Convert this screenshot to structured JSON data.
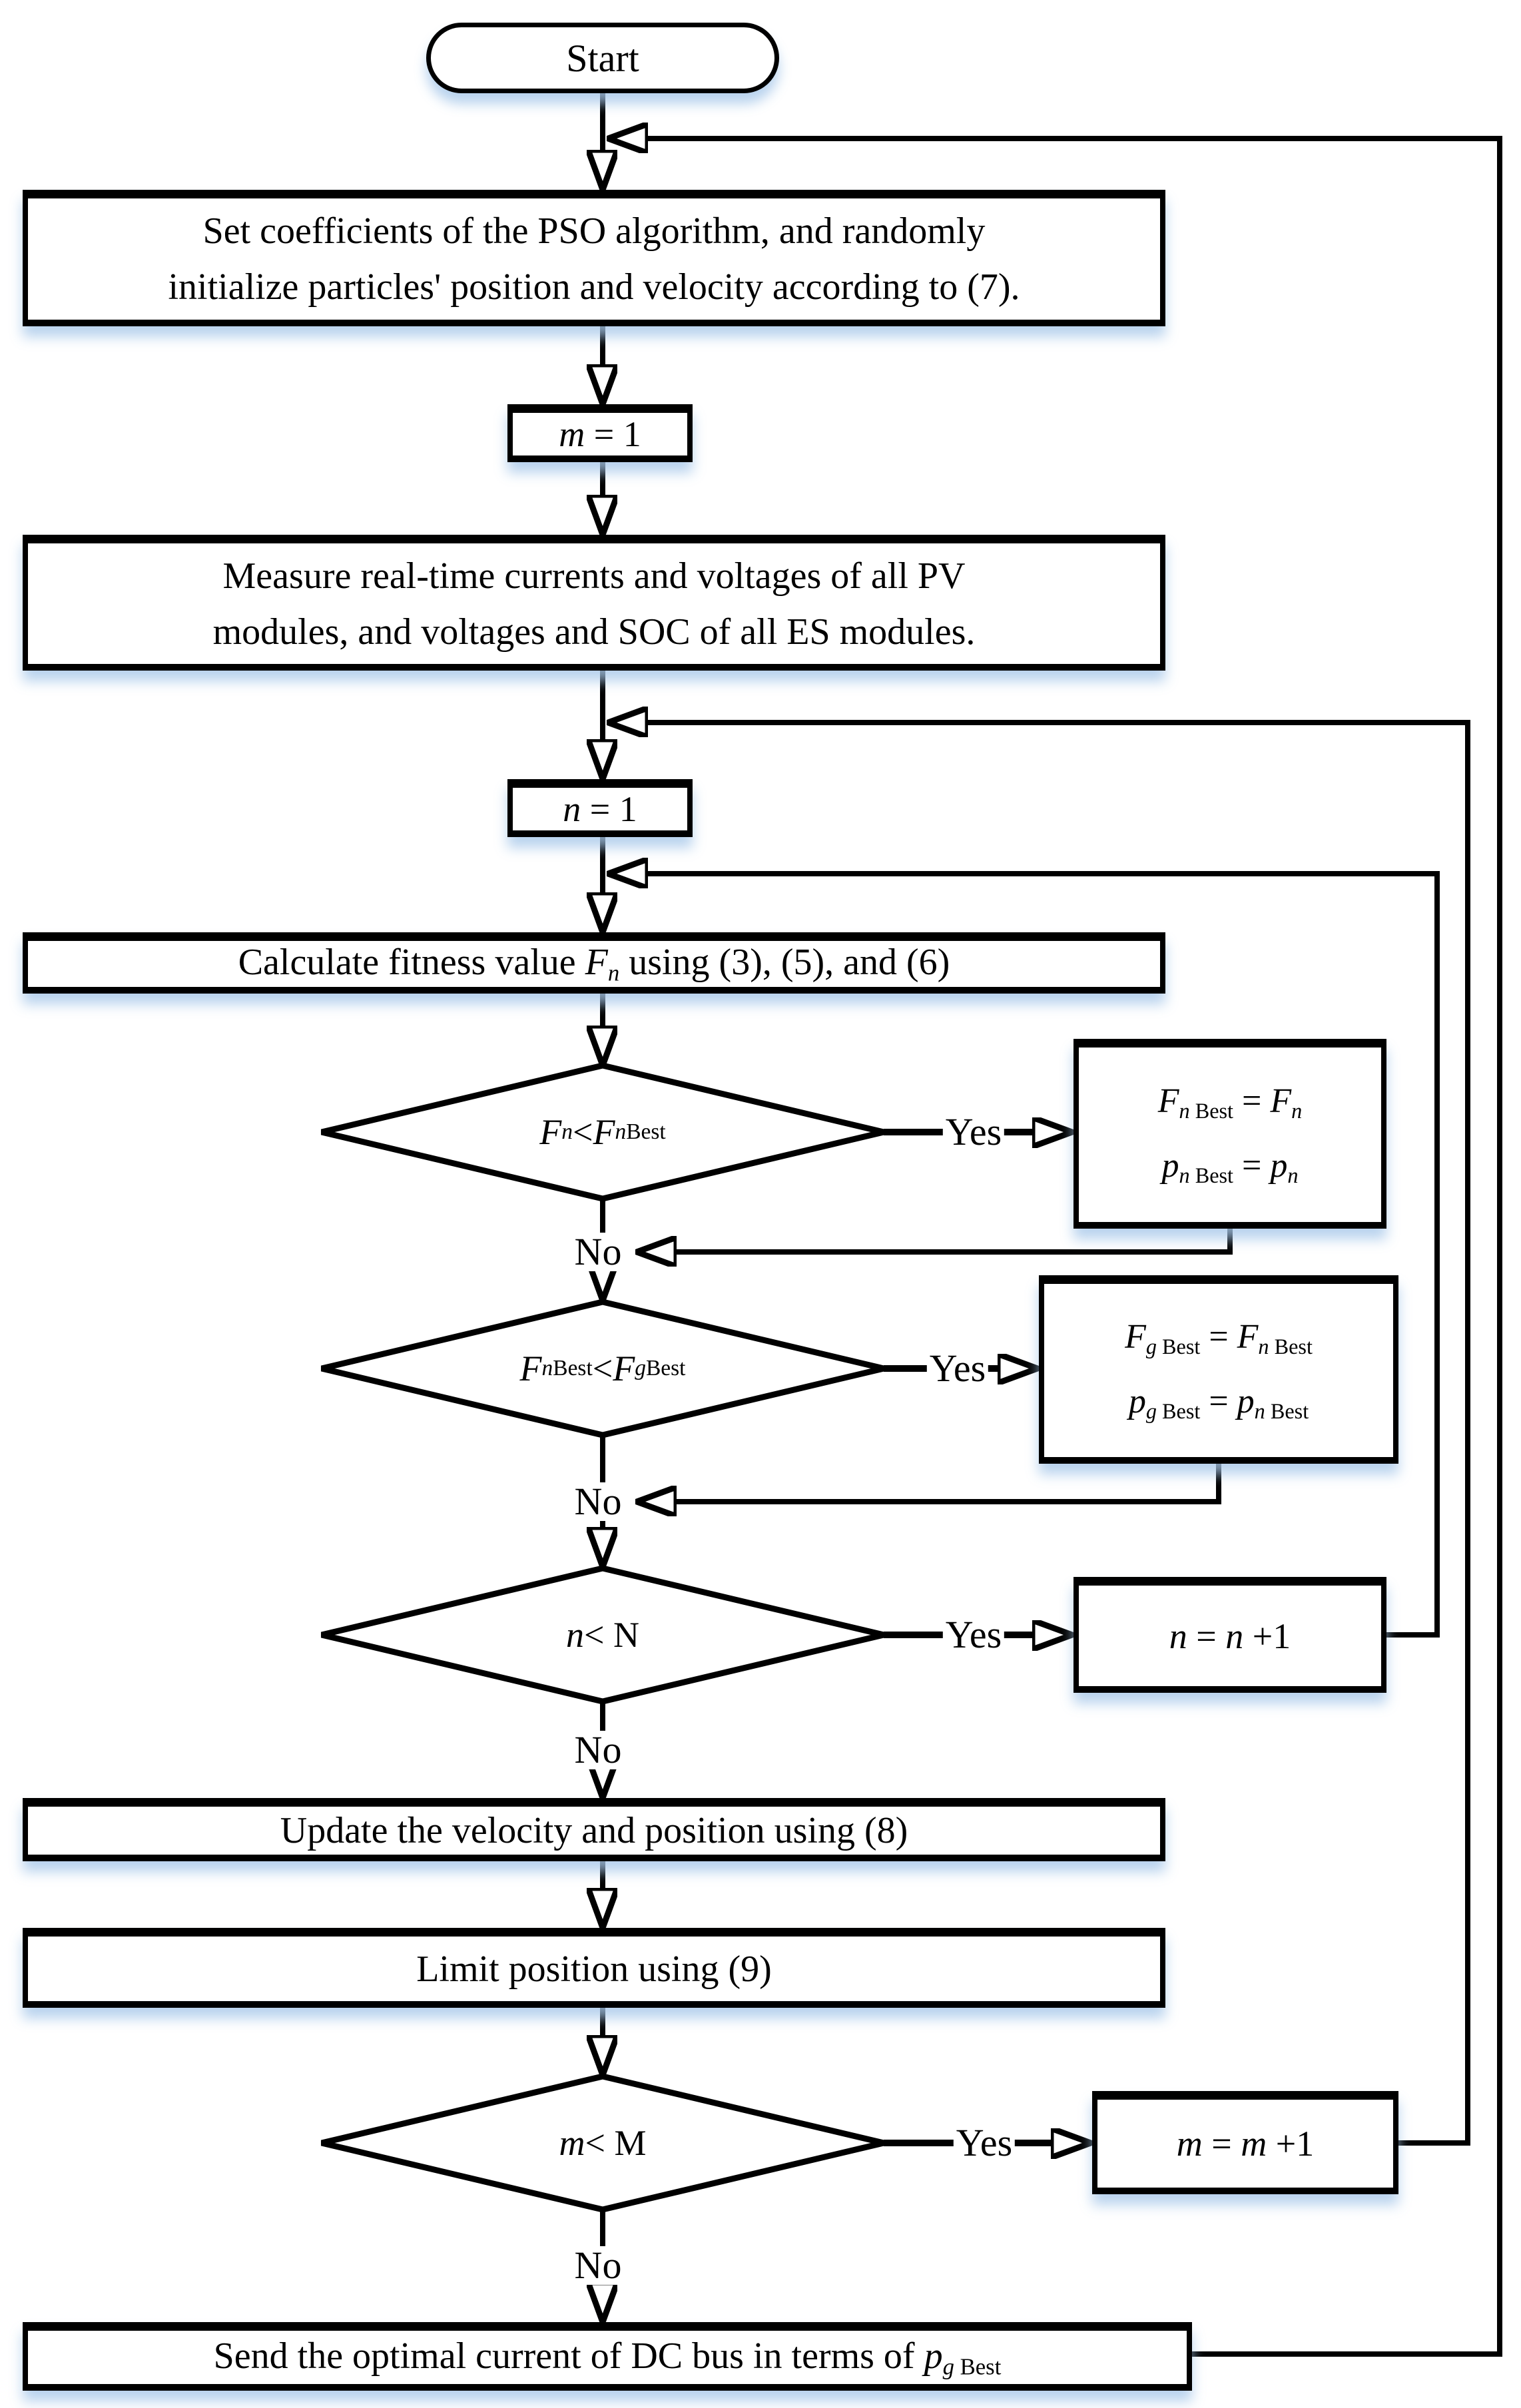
{
  "flowchart": {
    "colors": {
      "line_color": "#000000",
      "fill_color": "#ffffff",
      "shadow_color": "#aac9e8"
    },
    "labels": {
      "yes": "Yes",
      "no": "No"
    },
    "start": {
      "label": "Start"
    },
    "boxes": {
      "init": {
        "line1": "Set coefficients of the PSO algorithm, and randomly",
        "line2": "initialize particles' position and velocity according to (7)."
      },
      "measure": {
        "line1": "Measure real-time currents and voltages of all PV",
        "line2": "modules, and voltages and SOC of all ES modules."
      },
      "update_velocity": {
        "label": "Update the velocity and position using (8)"
      },
      "limit_position": {
        "label": "Limit position using (9)"
      }
    },
    "rich": {
      "m_init": [
        {
          "t": "m",
          "s": "i"
        },
        {
          "t": " = 1"
        }
      ],
      "n_init": [
        {
          "t": "n",
          "s": "i"
        },
        {
          "t": " = 1"
        }
      ],
      "calc_fitness": [
        {
          "t": "Calculate fitness value "
        },
        {
          "t": "F",
          "s": "i"
        },
        {
          "t": "n",
          "s": "subi"
        },
        {
          "t": " using (3), (5), and (6)"
        }
      ],
      "dec_personal": [
        {
          "t": "F",
          "s": "i"
        },
        {
          "t": "n",
          "s": "subi"
        },
        {
          "t": " < "
        },
        {
          "t": "F",
          "s": "i"
        },
        {
          "t": "n",
          "s": "subi"
        },
        {
          "t": " Best",
          "s": "sub"
        }
      ],
      "dec_global": [
        {
          "t": "F",
          "s": "i"
        },
        {
          "t": "n",
          "s": "subi"
        },
        {
          "t": " Best",
          "s": "sub"
        },
        {
          "t": " < "
        },
        {
          "t": "F",
          "s": "i"
        },
        {
          "t": "g",
          "s": "subi"
        },
        {
          "t": " Best",
          "s": "sub"
        }
      ],
      "dec_inner_loop": [
        {
          "t": "n",
          "s": "i"
        },
        {
          "t": " < N"
        }
      ],
      "dec_outer_loop": [
        {
          "t": "m",
          "s": "i"
        },
        {
          "t": " < M"
        }
      ],
      "set_personal_line1": [
        {
          "t": "F",
          "s": "i"
        },
        {
          "t": "n",
          "s": "subi"
        },
        {
          "t": " Best",
          "s": "sub"
        },
        {
          "t": " = "
        },
        {
          "t": "F",
          "s": "i"
        },
        {
          "t": "n",
          "s": "subi"
        }
      ],
      "set_personal_line2": [
        {
          "t": "p",
          "s": "i"
        },
        {
          "t": "n",
          "s": "subi"
        },
        {
          "t": " Best",
          "s": "sub"
        },
        {
          "t": " = "
        },
        {
          "t": "p",
          "s": "i"
        },
        {
          "t": "n",
          "s": "subi"
        }
      ],
      "set_global_line1": [
        {
          "t": "F",
          "s": "i"
        },
        {
          "t": "g",
          "s": "subi"
        },
        {
          "t": " Best",
          "s": "sub"
        },
        {
          "t": " = "
        },
        {
          "t": "F",
          "s": "i"
        },
        {
          "t": "n",
          "s": "subi"
        },
        {
          "t": " Best",
          "s": "sub"
        }
      ],
      "set_global_line2": [
        {
          "t": "p",
          "s": "i"
        },
        {
          "t": "g",
          "s": "subi"
        },
        {
          "t": " Best",
          "s": "sub"
        },
        {
          "t": " = "
        },
        {
          "t": "p",
          "s": "i"
        },
        {
          "t": "n",
          "s": "subi"
        },
        {
          "t": " Best",
          "s": "sub"
        }
      ],
      "inc_n": [
        {
          "t": "n",
          "s": "i"
        },
        {
          "t": " = "
        },
        {
          "t": "n",
          "s": "i"
        },
        {
          "t": " +1"
        }
      ],
      "inc_m": [
        {
          "t": "m",
          "s": "i"
        },
        {
          "t": " = "
        },
        {
          "t": "m",
          "s": "i"
        },
        {
          "t": " +1"
        }
      ],
      "send_output": [
        {
          "t": "Send the optimal current of DC bus in terms of "
        },
        {
          "t": "p",
          "s": "i"
        },
        {
          "t": "g",
          "s": "subi"
        },
        {
          "t": " Best",
          "s": "sub"
        }
      ]
    }
  }
}
